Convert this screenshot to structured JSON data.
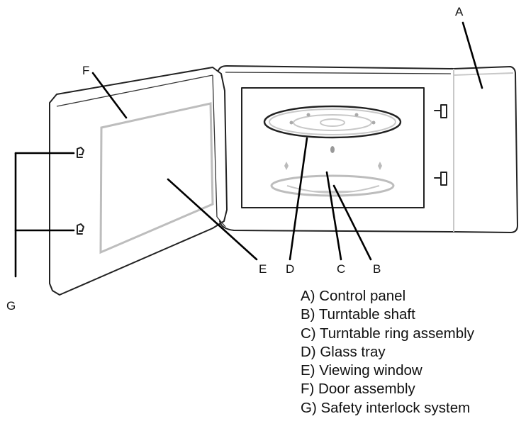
{
  "callouts": {
    "a": "A",
    "b": "B",
    "c": "C",
    "d": "D",
    "e": "E",
    "f": "F",
    "g": "G"
  },
  "legend": {
    "items": [
      "A) Control panel",
      "B) Turntable shaft",
      "C) Turntable ring assembly",
      "D) Glass tray",
      "E) Viewing window",
      "F) Door assembly",
      "G) Safety interlock system"
    ]
  }
}
